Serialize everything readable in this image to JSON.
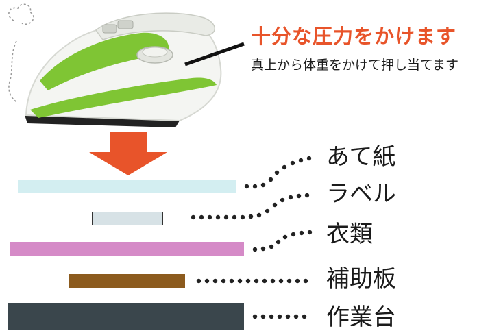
{
  "callout": {
    "headline": "十分な圧力をかけます",
    "subline": "真上から体重をかけて押し当てます"
  },
  "colors": {
    "accent": "#e8542a",
    "iron_green": "#7fc534",
    "dots": "#222222"
  },
  "layers": [
    {
      "label": "あて紙",
      "color": "#d3eef1",
      "border": "#d3eef1"
    },
    {
      "label": "ラベル",
      "color": "#d7e2e6",
      "border": "#333333"
    },
    {
      "label": "衣類",
      "color": "#d58ac7",
      "border": "#d58ac7"
    },
    {
      "label": "補助板",
      "color": "#8c5b1e",
      "border": "#8c5b1e"
    },
    {
      "label": "作業台",
      "color": "#3a464c",
      "border": "#3a464c"
    }
  ]
}
